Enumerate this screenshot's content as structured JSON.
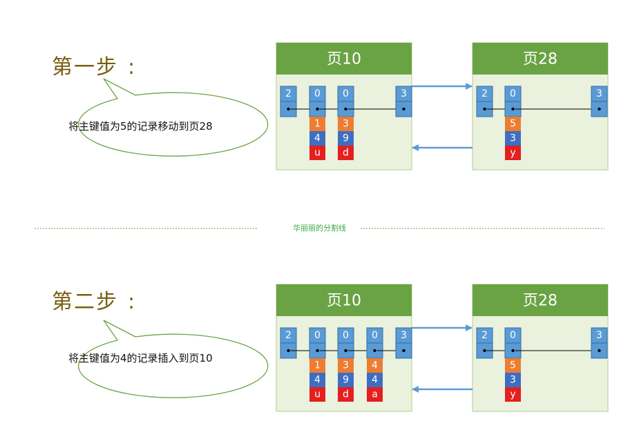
{
  "steps": [
    {
      "label": "第一步",
      "colon": ":",
      "bubble": "将主键值为5的记录移动到页28",
      "pages": [
        {
          "title": "页10",
          "columns": [
            {
              "dir": "2",
              "records": []
            },
            {
              "dir": "0",
              "records": [
                {
                  "value": "1",
                  "kind": "key"
                },
                {
                  "value": "4",
                  "kind": "num"
                },
                {
                  "value": "u",
                  "kind": "char"
                }
              ]
            },
            {
              "dir": "0",
              "records": [
                {
                  "value": "3",
                  "kind": "key"
                },
                {
                  "value": "9",
                  "kind": "num"
                },
                {
                  "value": "d",
                  "kind": "char"
                }
              ]
            },
            {
              "dir": "3",
              "records": []
            }
          ]
        },
        {
          "title": "页28",
          "columns": [
            {
              "dir": "2",
              "records": []
            },
            {
              "dir": "0",
              "records": [
                {
                  "value": "5",
                  "kind": "key"
                },
                {
                  "value": "3",
                  "kind": "num"
                },
                {
                  "value": "y",
                  "kind": "char"
                }
              ]
            },
            {
              "dir": "3",
              "records": []
            }
          ]
        }
      ]
    },
    {
      "label": "第二步",
      "colon": ":",
      "bubble": "将主键值为4的记录插入到页10",
      "pages": [
        {
          "title": "页10",
          "columns": [
            {
              "dir": "2",
              "records": []
            },
            {
              "dir": "0",
              "records": [
                {
                  "value": "1",
                  "kind": "key"
                },
                {
                  "value": "4",
                  "kind": "num"
                },
                {
                  "value": "u",
                  "kind": "char"
                }
              ]
            },
            {
              "dir": "0",
              "records": [
                {
                  "value": "3",
                  "kind": "key"
                },
                {
                  "value": "9",
                  "kind": "num"
                },
                {
                  "value": "d",
                  "kind": "char"
                }
              ]
            },
            {
              "dir": "0",
              "records": [
                {
                  "value": "4",
                  "kind": "key"
                },
                {
                  "value": "4",
                  "kind": "num"
                },
                {
                  "value": "a",
                  "kind": "char"
                }
              ]
            },
            {
              "dir": "3",
              "records": []
            }
          ]
        },
        {
          "title": "页28",
          "columns": [
            {
              "dir": "2",
              "records": []
            },
            {
              "dir": "0",
              "records": [
                {
                  "value": "5",
                  "kind": "key"
                },
                {
                  "value": "3",
                  "kind": "num"
                },
                {
                  "value": "y",
                  "kind": "char"
                }
              ]
            },
            {
              "dir": "3",
              "records": []
            }
          ]
        }
      ]
    }
  ],
  "divider": {
    "text": "华丽丽的分割线"
  },
  "colors": {
    "page_header": "#6aa343",
    "page_body": "#eaf1dd",
    "page_border": "#c8dbb4",
    "slot": "#5b9bd5",
    "slot_border": "#2e6da4",
    "key": "#ed7d31",
    "num": "#3d6ec1",
    "char": "#e41f1f",
    "link_arrow": "#5b9bd5",
    "bubble_border": "#6aa343",
    "divider_line": "#6aa343"
  },
  "icons": {
    "pointer_dot": "dot-icon",
    "arrow": "arrowhead-icon"
  }
}
